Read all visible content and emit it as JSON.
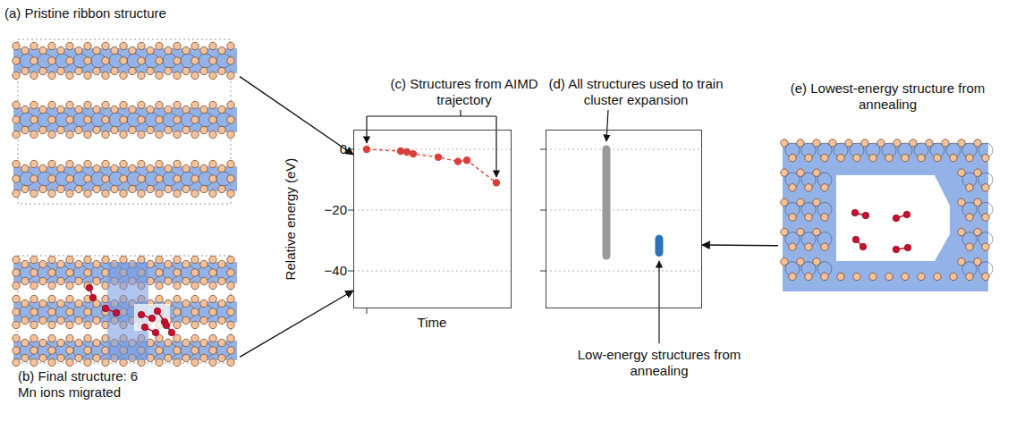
{
  "diagram": {
    "nodes": [
      {
        "text": [
          "(a) Pristine ribbon structure"
        ]
      },
      {
        "text": [
          "(b) Final structure: 6 Mn ions migrated"
        ]
      },
      {
        "text": [
          "(c) Structures from AIMD trajectory"
        ]
      },
      {
        "text": [
          "(d) All structures used to train cluster expansion"
        ]
      },
      {
        "text": [
          "(e) Lowest-energy structure from annealing"
        ]
      }
    ],
    "edges": [
      {
        "from": 0,
        "to": 2,
        "arrow": "to"
      },
      {
        "from": 1,
        "to": 2,
        "arrow": "to"
      },
      {
        "from": 4,
        "to": 3,
        "arrow": "to"
      }
    ],
    "labels": [
      "Relative energy (eV)",
      "0",
      "−20",
      "−40",
      "Time",
      "Low-energy structures from annealing"
    ]
  }
}
